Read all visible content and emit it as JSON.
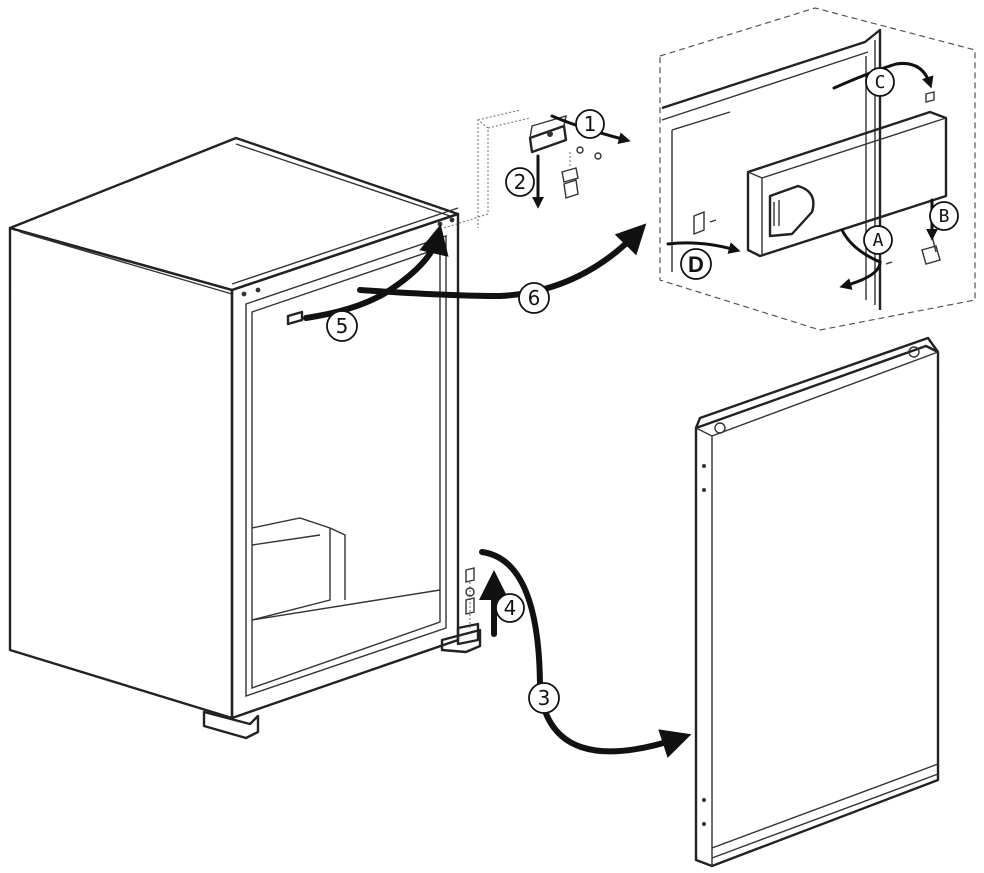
{
  "steps": {
    "s1": "1",
    "s2": "2",
    "s3": "3",
    "s4": "4",
    "s5": "5",
    "s6": "6"
  },
  "detail_labels": {
    "a": "A",
    "b": "B",
    "c": "C",
    "d": "D"
  }
}
